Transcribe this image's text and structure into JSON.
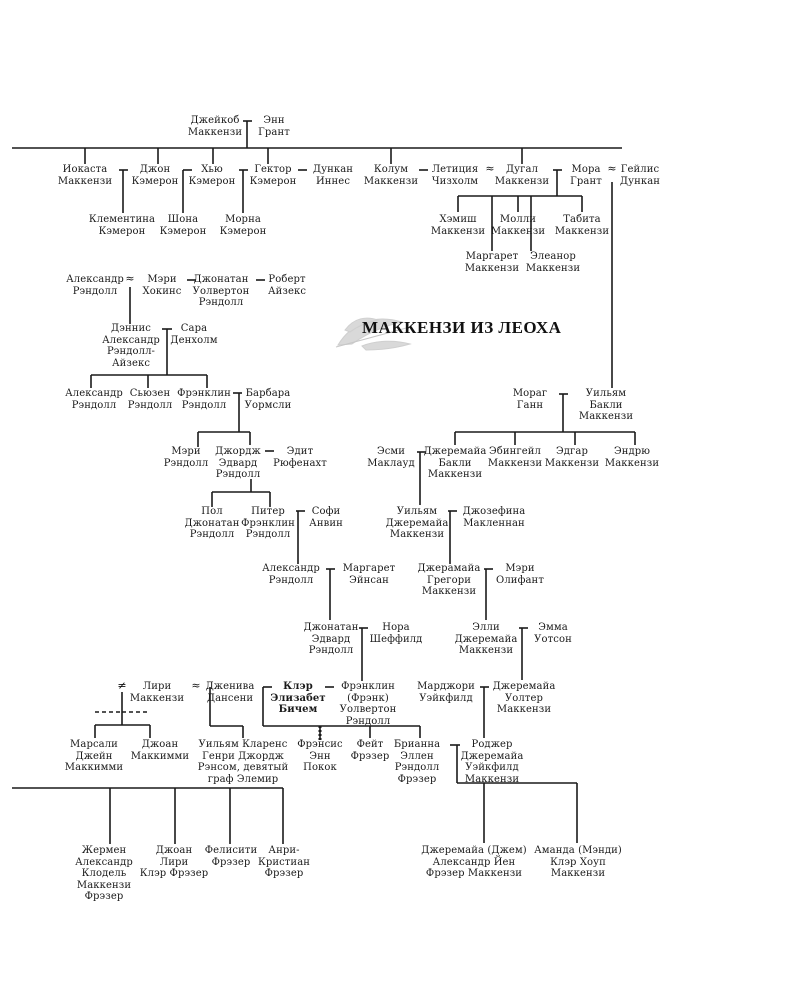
{
  "title": "МАККЕНЗИ ИЗ ЛЕОХА",
  "approx": "≈",
  "not_equal": "≠",
  "people": {
    "jacob": "Джейкоб\nМаккензи",
    "ann": "Энн\nГрант",
    "iocasta": "Иокаста\nМаккензи",
    "john_cameron": "Джон\nКэмерон",
    "hugh_cameron": "Хью\nКэмерон",
    "hector_cameron": "Гектор\nКэмерон",
    "duncan_innes": "Дункан\nИннес",
    "colum": "Колум\nМаккензи",
    "letitia": "Летиция\nЧизхолм",
    "dougal": "Дугал\nМаккензи",
    "maura": "Мора\nГрант",
    "geillis": "Гейлис\nДункан",
    "clementina": "Клементина\nКэмерон",
    "shona": "Шона\nКэмерон",
    "morna": "Морна\nКэмерон",
    "hamish": "Хэмиш\nМаккензи",
    "molly": "Молли\nМаккензи",
    "tabitha": "Табита\nМаккензи",
    "margaret_mk": "Маргарет\nМаккензи",
    "eleanor": "Элеанор\nМаккензи",
    "alexander_randall": "Александр\nРэндолл",
    "mary_hawkins": "Мэри\nХокинс",
    "jonathan_wolverton": "Джонатан\nУолвертон\nРэндолл",
    "robert_isaacs": "Роберт\nАйзекс",
    "denys": "Дэннис\nАлександр\nРэндолл-\nАйзекс",
    "sarah": "Сара\nДенхолм",
    "alexander_r2": "Александр\nРэндолл",
    "susan": "Сьюзен\nРэндолл",
    "franklin_r": "Фрэнклин\nРэндолл",
    "barbara": "Барбара\nУормсли",
    "mary_r": "Мэри\nРэндолл",
    "george": "Джордж\nЭдвард\nРэндолл",
    "edith": "Эдит\nРюфенахт",
    "paul": "Пол\nДжонатан\nРэндолл",
    "peter": "Питер\nФрэнклин\nРэндолл",
    "sophie": "Софи\nАнвин",
    "alexander_r3": "Александр\nРэндолл",
    "margaret_ansan": "Маргарет\nЭйнсан",
    "jonathan_er": "Джонатан\nЭдвард\nРэндолл",
    "nora": "Нора\nШеффилд",
    "frank": "Фрэнклин\n(Фрэнк)\nУолвертон\nРэндолл",
    "claire": "Клэр\nЭлизабет\nБичем",
    "geneva": "Дженива\nДансени",
    "laoghaire": "Лири\nМаккензи",
    "marsali": "Марсали\nДжейн\nМаккимми",
    "joan_mk": "Джоан\nМаккимми",
    "william_ransom": "Уильям Кларенс\nГенри Джордж\nРэнсом, девятый\nграф Элемир",
    "frances": "Фрэнсис\nЭнн\nПокок",
    "faith": "Фейт\nФрэзер",
    "brianna": "Брианна\nЭллен\nРэндолл\nФрэзер",
    "roger": "Роджер\nДжеремайа\nУэйкфилд\nМаккензи",
    "morag": "Мораг\nГанн",
    "william_buckley": "Уильям\nБакли\nМаккензи",
    "esme": "Эсми\nМаклауд",
    "jeremiah_b": "Джеремайа\nБакли\nМаккензи",
    "abigail": "Эбингейл\nМаккензи",
    "edgar": "Эдгар\nМаккензи",
    "andrew": "Эндрю\nМаккензи",
    "william_jm": "Уильям\nДжеремайа\nМаккензи",
    "josephine": "Джозефина\nМакленнан",
    "jeremiah_g": "Джерамайа\nГрегори\nМаккензи",
    "mary_oliphant": "Мэри\nОлифант",
    "jerry": "Элли\nДжеремайа\nМаккензи",
    "emma": "Эмма\nУотсон",
    "marjorie": "Марджори\nУэйкфилд",
    "jeremiah_wm": "Джеремайа\nУолтер\nМаккензи",
    "germain": "Жермен\nАлександр\nКлодель\nМаккензи\nФрэзер",
    "joan_f": "Джоан\nЛири\nКлэр Фрэзер",
    "felicite": "Фелисити\nФрэзер",
    "henri": "Анри-\nКристиан\nФрэзер",
    "jem": "Джеремайа (Джем)\nАлександр Йен\nФрэзер Маккензи",
    "mandy": "Аманда (Мэнди)\nКлэр Хоуп\nМаккензи"
  }
}
